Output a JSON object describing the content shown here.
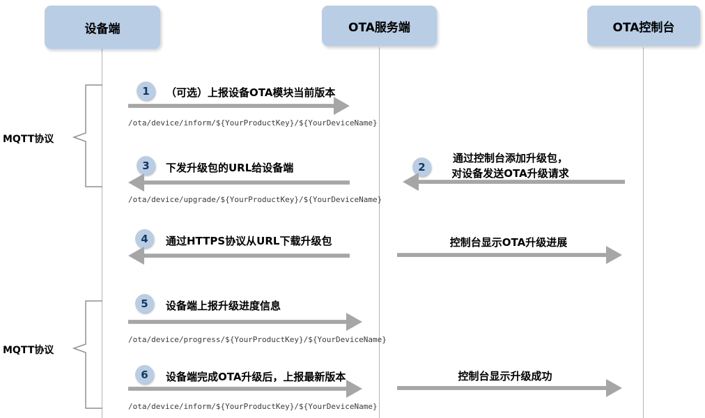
{
  "diagram": {
    "actors": [
      {
        "label": "设备端"
      },
      {
        "label": "OTA服务端"
      },
      {
        "label": "OTA控制台"
      }
    ],
    "protocol_labels": [
      {
        "label": "MQTT协议"
      },
      {
        "label": "MQTT协议"
      }
    ],
    "steps": [
      {
        "num": "1",
        "title": "（可选）上报设备OTA模块当前版本",
        "topic": "/ota/device/inform/${YourProductKey}/${YourDeviceName}"
      },
      {
        "num": "2",
        "title_line1": "通过控制台添加升级包，",
        "title_line2": "对设备发送OTA升级请求"
      },
      {
        "num": "3",
        "title": "下发升级包的URL给设备端",
        "topic": "/ota/device/upgrade/${YourProductKey}/${YourDeviceName}"
      },
      {
        "num": "4",
        "title": "通过HTTPS协议从URL下载升级包"
      },
      {
        "num": "5",
        "title": "设备端上报升级进度信息",
        "topic": "/ota/device/progress/${YourProductKey}/${YourDeviceName}"
      },
      {
        "num": "6",
        "title": "设备端完成OTA升级后，上报最新版本",
        "topic": "/ota/device/inform/${YourProductKey}/${YourDeviceName}"
      }
    ],
    "console_messages": [
      {
        "label": "控制台显示OTA升级进展"
      },
      {
        "label": "控制台显示升级成功"
      }
    ],
    "colors": {
      "actor_fill": "#b9cde5",
      "arrow": "#a6a6a6",
      "lifeline": "#b3b3b3",
      "circle_number": "#17375e"
    }
  }
}
